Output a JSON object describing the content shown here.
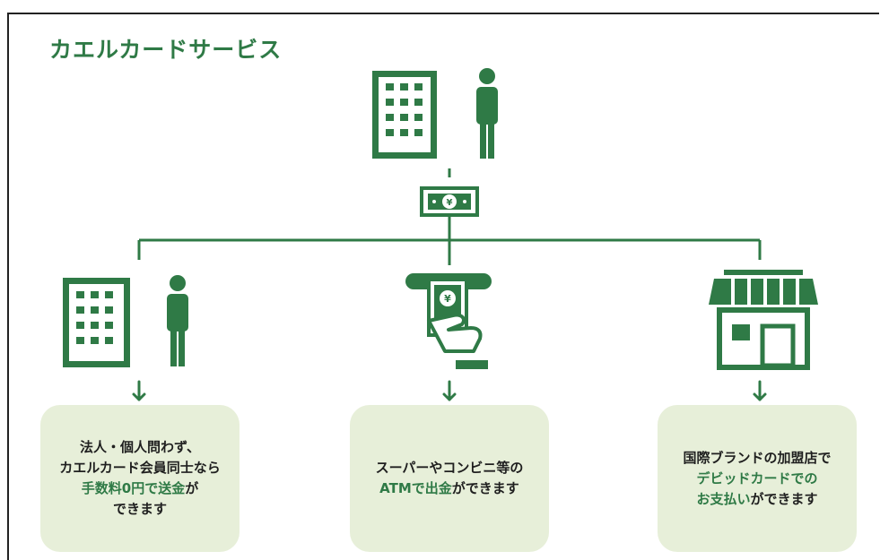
{
  "title": "カエルカードサービス",
  "colors": {
    "accent": "#2f7a46",
    "card_bg": "#e7efd9",
    "text": "#1f1f1f"
  },
  "icons": {
    "top_building": "building-icon",
    "top_person": "person-icon",
    "banknote": "yen-banknote-icon",
    "left_building": "building-icon",
    "left_person": "person-icon",
    "atm": "atm-withdrawal-icon",
    "store": "storefront-icon"
  },
  "cards": [
    {
      "line1": "法人・個人問わず、",
      "line2": "カエルカード会員同士なら",
      "line3_highlight": "手数料0円で送金",
      "line3_rest": "が",
      "line4": "できます"
    },
    {
      "line1": "スーパーやコンビニ等の",
      "line2_highlight": "ATMで出金",
      "line2_rest": "ができます"
    },
    {
      "line1": "国際ブランドの加盟店で",
      "line2_highlight": "デビッドカードでの",
      "line3_highlight": "お支払い",
      "line3_rest": "ができます"
    }
  ]
}
